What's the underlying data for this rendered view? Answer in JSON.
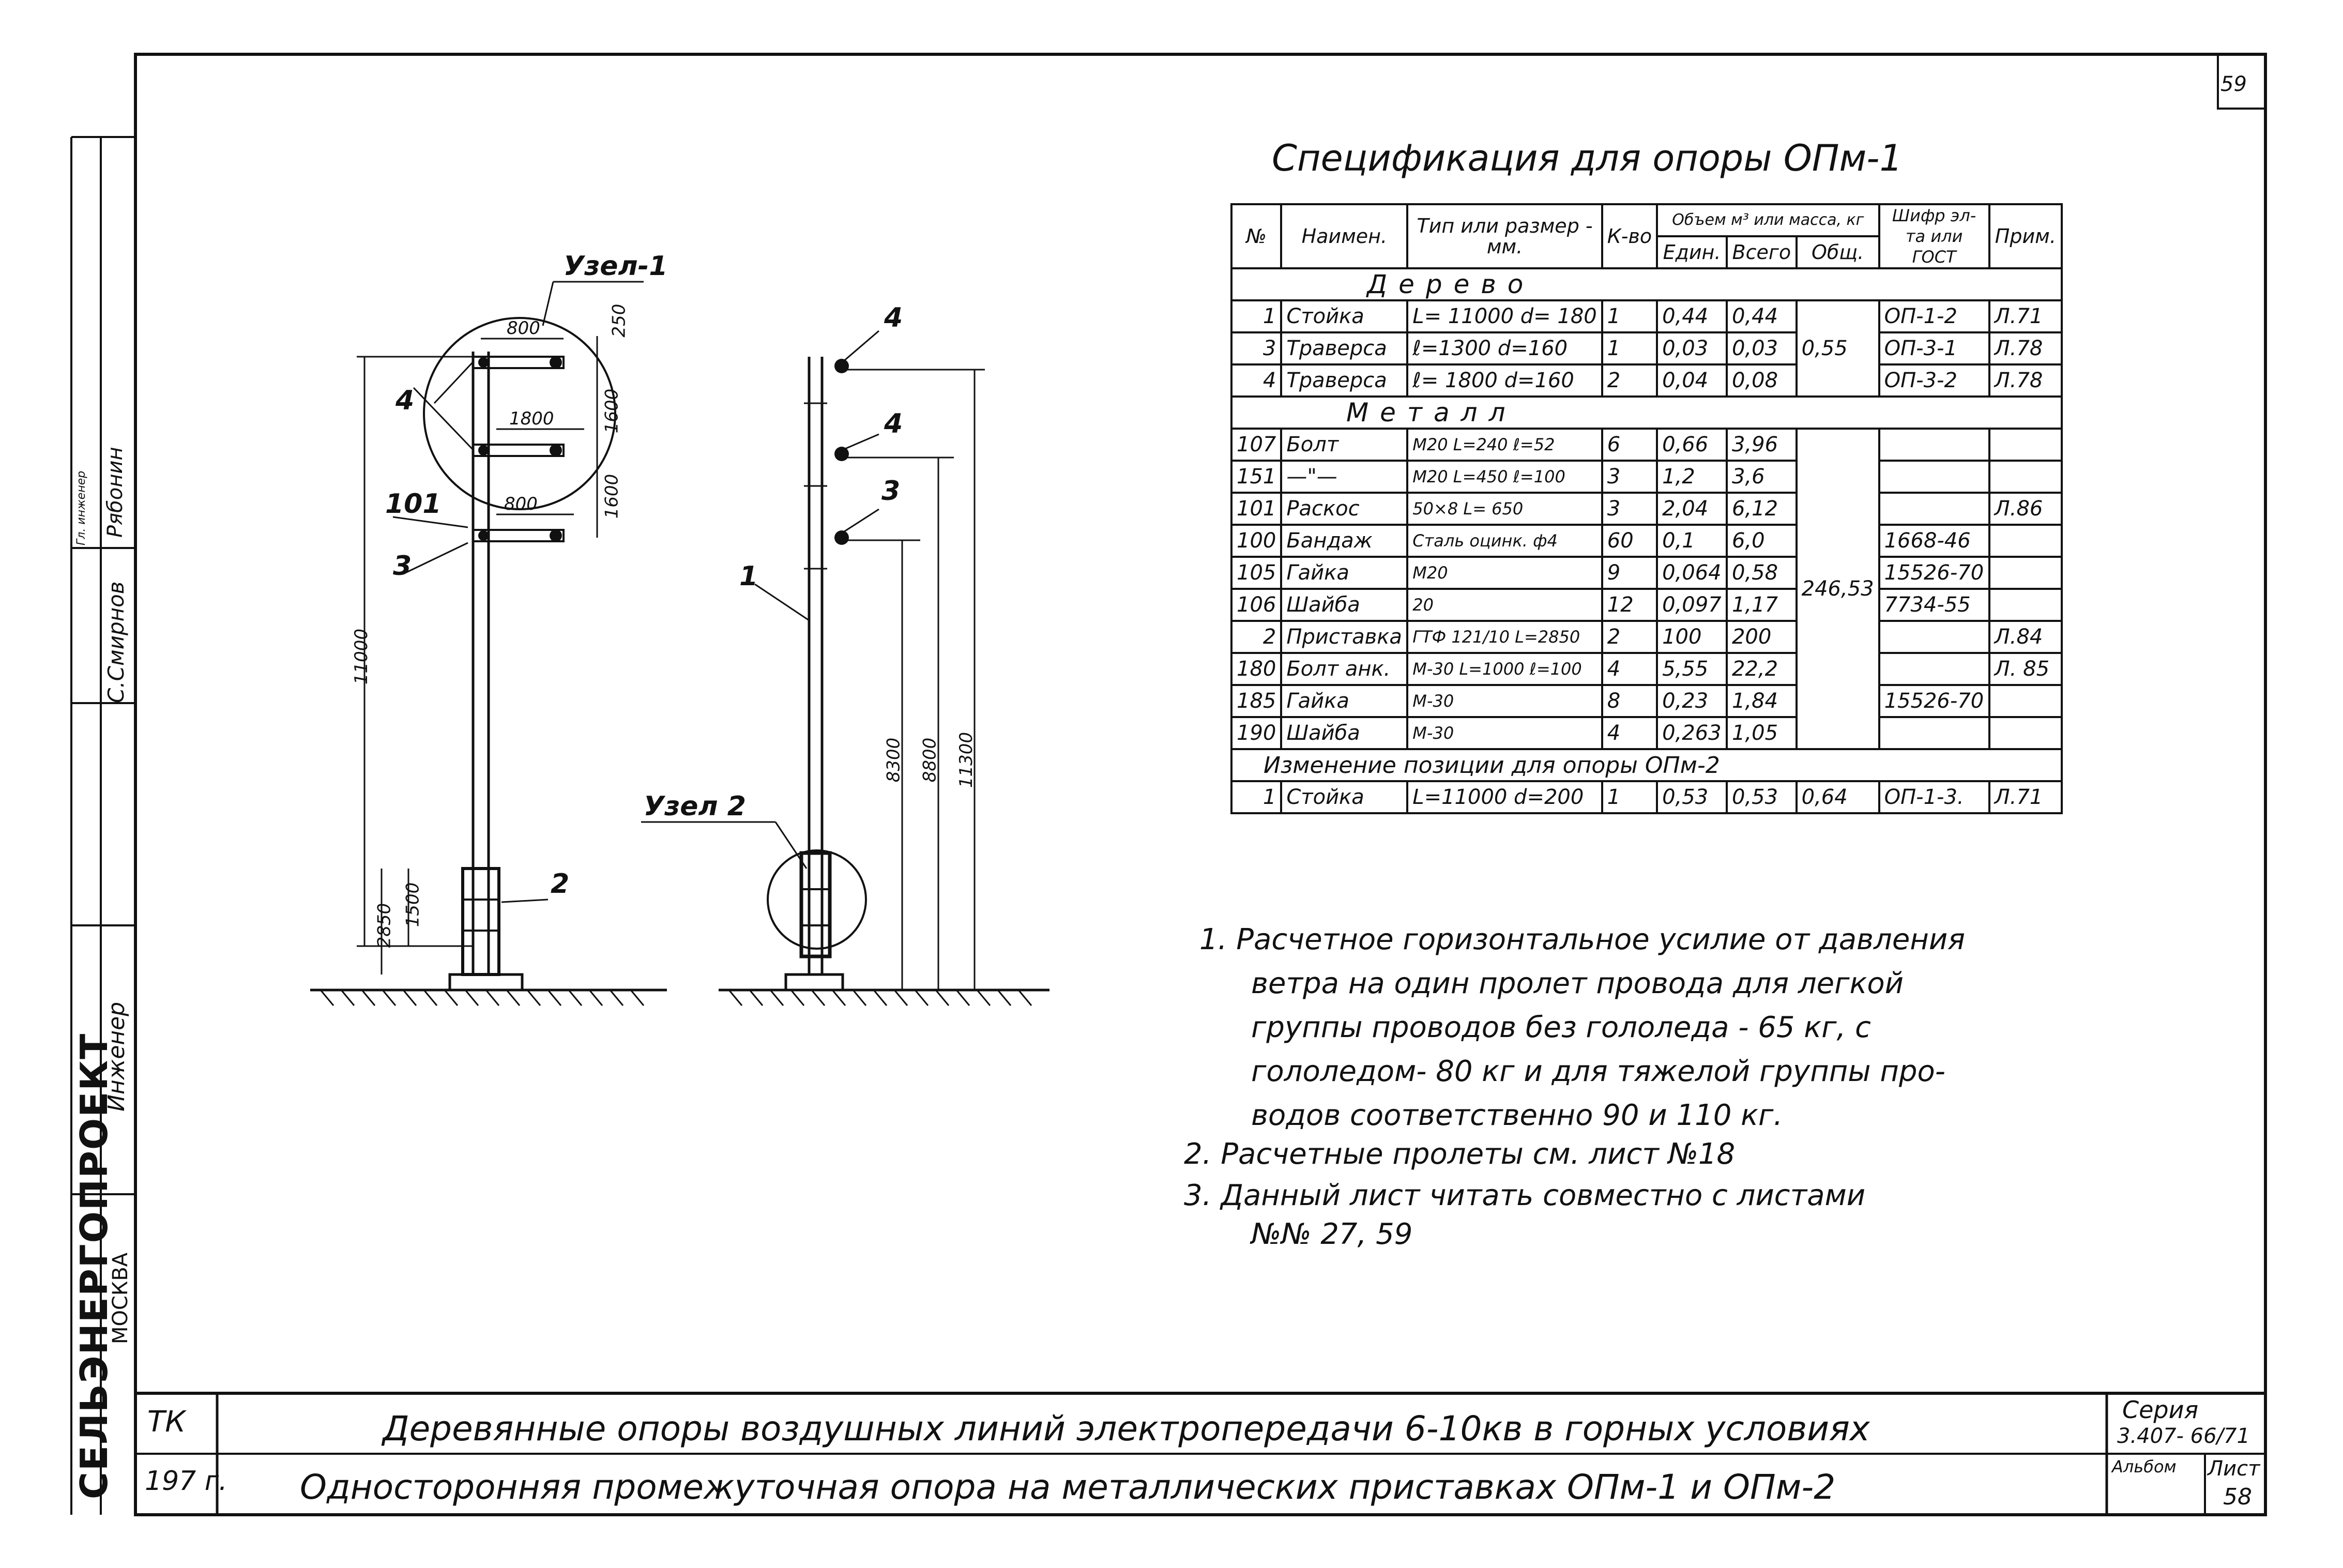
{
  "page_number": "59",
  "spec": {
    "title": "Спецификация для опоры ОПм-1",
    "headers": {
      "num": "№",
      "name": "Наимен.",
      "type": "Тип или размер - мм.",
      "qty": "К-во",
      "volume_group": "Объем м³ или масса, кг",
      "unit": "Един.",
      "total": "Всего",
      "sum": "Общ.",
      "code": "Шифр эл-та или ГОСТ",
      "note": "Прим."
    },
    "section_wood": "Дерево",
    "section_metal": "Металл",
    "section_change": "Изменение позиции для опоры ОПм-2",
    "wood_rows": [
      {
        "num": "1",
        "name": "Стойка",
        "type": "L= 11000 d= 180",
        "qty": "1",
        "unit": "0,44",
        "total": "0,44",
        "code": "ОП-1-2",
        "note": "Л.71"
      },
      {
        "num": "3",
        "name": "Траверса",
        "type": "ℓ=1300 d=160",
        "qty": "1",
        "unit": "0,03",
        "total": "0,03",
        "code": "ОП-3-1",
        "note": "Л.78"
      },
      {
        "num": "4",
        "name": "Траверса",
        "type": "ℓ= 1800 d=160",
        "qty": "2",
        "unit": "0,04",
        "total": "0,08",
        "code": "ОП-3-2",
        "note": "Л.78"
      }
    ],
    "wood_sum": "0,55",
    "metal_rows": [
      {
        "num": "107",
        "name": "Болт",
        "type": "М20 L=240 ℓ=52",
        "qty": "6",
        "unit": "0,66",
        "total": "3,96",
        "code": "",
        "note": ""
      },
      {
        "num": "151",
        "name": "—\"—",
        "type": "М20 L=450 ℓ=100",
        "qty": "3",
        "unit": "1,2",
        "total": "3,6",
        "code": "",
        "note": ""
      },
      {
        "num": "101",
        "name": "Раскос",
        "type": "50×8 L= 650",
        "qty": "3",
        "unit": "2,04",
        "total": "6,12",
        "code": "",
        "note": "Л.86"
      },
      {
        "num": "100",
        "name": "Бандаж",
        "type": "Сталь оцинк. ф4",
        "qty": "60",
        "unit": "0,1",
        "total": "6,0",
        "code": "1668-46",
        "note": ""
      },
      {
        "num": "105",
        "name": "Гайка",
        "type": "М20",
        "qty": "9",
        "unit": "0,064",
        "total": "0,58",
        "code": "15526-70",
        "note": ""
      },
      {
        "num": "106",
        "name": "Шайба",
        "type": "20",
        "qty": "12",
        "unit": "0,097",
        "total": "1,17",
        "code": "7734-55",
        "note": ""
      },
      {
        "num": "2",
        "name": "Приставка",
        "type": "ГТФ 121/10 L=2850",
        "qty": "2",
        "unit": "100",
        "total": "200",
        "code": "",
        "note": "Л.84"
      },
      {
        "num": "180",
        "name": "Болт анк.",
        "type": "М-30 L=1000 ℓ=100",
        "qty": "4",
        "unit": "5,55",
        "total": "22,2",
        "code": "",
        "note": "Л. 85"
      },
      {
        "num": "185",
        "name": "Гайка",
        "type": "М-30",
        "qty": "8",
        "unit": "0,23",
        "total": "1,84",
        "code": "15526-70",
        "note": ""
      },
      {
        "num": "190",
        "name": "Шайба",
        "type": "М-30",
        "qty": "4",
        "unit": "0,263",
        "total": "1,05",
        "code": "",
        "note": ""
      }
    ],
    "metal_sum": "246,53",
    "change_row": {
      "num": "1",
      "name": "Стойка",
      "type": "L=11000 d=200",
      "qty": "1",
      "unit": "0,53",
      "total": "0,53",
      "sum": "0,64",
      "code": "ОП-1-3.",
      "note": "Л.71"
    }
  },
  "drawing": {
    "node1": "Узел-1",
    "node2": "Узел 2",
    "callouts": [
      "4",
      "101",
      "3",
      "2",
      "4",
      "4",
      "3",
      "1"
    ],
    "dims_left": [
      "800",
      "1800",
      "800",
      "250",
      "1600",
      "1600",
      "11000",
      "2850",
      "1500"
    ],
    "dims_right": [
      "8300",
      "8800",
      "11300"
    ]
  },
  "notes": [
    "1. Расчетное горизонтальное усилие от давления",
    "ветра на один пролет провода для легкой",
    "группы проводов без гололеда - 65 кг, с",
    "гололедом- 80 кг и для тяжелой группы про-",
    "водов соответственно 90 и 110 кг.",
    "2. Расчетные пролеты см. лист №18",
    "3. Данный лист читать совместно с листами",
    "№№ 27, 59"
  ],
  "title_block": {
    "code_tk": "ТК",
    "year": "197 г.",
    "line1": "Деревянные опоры воздушных линий электропередачи 6-10кв в горных условиях",
    "line2": "Односторонняя промежуточная опора на металлических приставках ОПм-1 и ОПм-2",
    "series_label": "Серия",
    "series_value": "3.407- 66/71",
    "album_label": "Альбом",
    "sheet_label": "Лист",
    "sheet_value": "58"
  },
  "stamp": {
    "org": "СЕЛЬЭНЕРГОПРОЕКТ",
    "city": "МОСКВА",
    "role_engineer": "Инженер",
    "role_chief": "Гл. инженер",
    "name1": "Рябонин",
    "name2": "С.Смирнов"
  }
}
